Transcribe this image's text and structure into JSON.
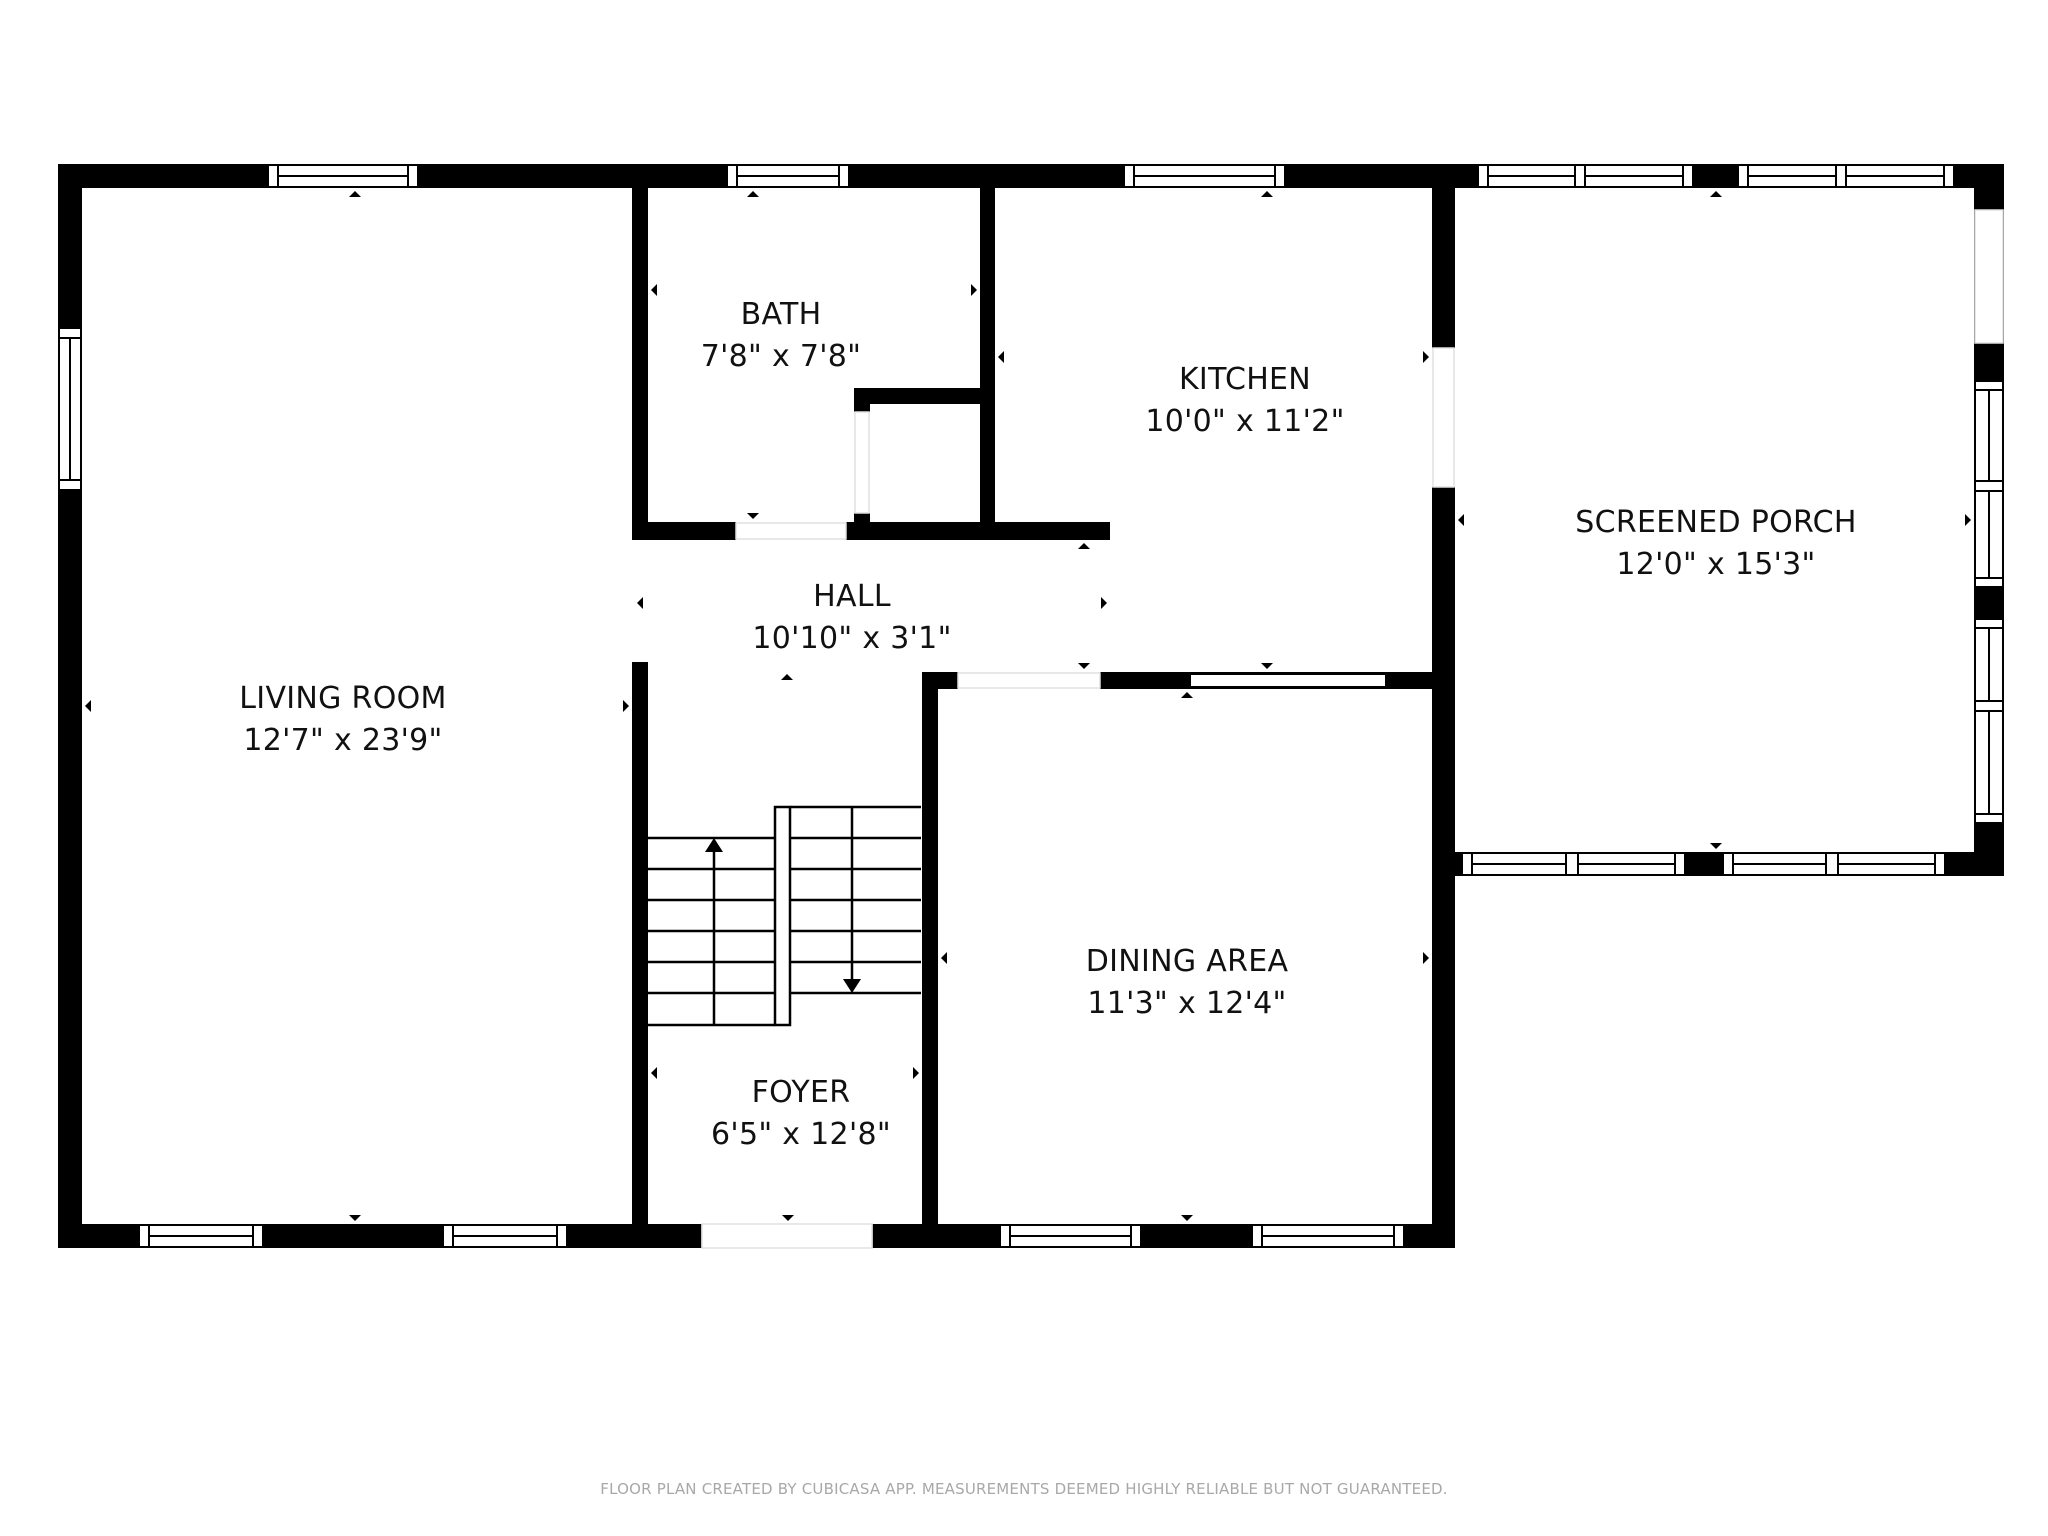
{
  "rooms": [
    {
      "id": "living-room",
      "name": "LIVING ROOM",
      "dims": "12'7\" x 23'9\""
    },
    {
      "id": "bath",
      "name": "BATH",
      "dims": "7'8\" x 7'8\""
    },
    {
      "id": "kitchen",
      "name": "KITCHEN",
      "dims": "10'0\" x 11'2\""
    },
    {
      "id": "screened-porch",
      "name": "SCREENED PORCH",
      "dims": "12'0\" x 15'3\""
    },
    {
      "id": "hall",
      "name": "HALL",
      "dims": "10'10\" x 3'1\""
    },
    {
      "id": "dining-area",
      "name": "DINING AREA",
      "dims": "11'3\" x 12'4\""
    },
    {
      "id": "foyer",
      "name": "FOYER",
      "dims": "6'5\" x 12'8\""
    }
  ],
  "footer": {
    "disclaimer": "FLOOR PLAN CREATED BY CUBICASA APP. MEASUREMENTS DEEMED HIGHLY RELIABLE BUT NOT GUARANTEED."
  },
  "colors": {
    "wall": "#000000",
    "background": "#ffffff",
    "footer_text": "#a8a8a8"
  }
}
